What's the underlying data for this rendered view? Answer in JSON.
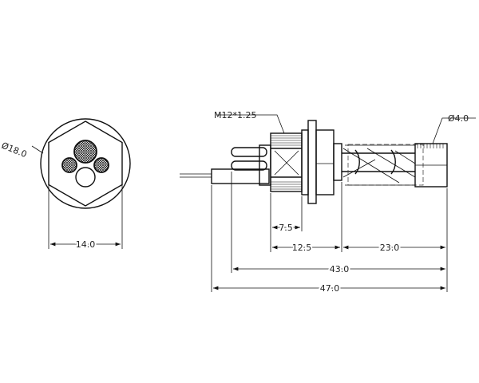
{
  "labels": {
    "outer_diameter": "Ø18.0",
    "hex_width": "14.0",
    "thread": "M12*1.25",
    "cable_diameter": "Ø4.0",
    "thread_length": "7.5",
    "body_length": "12.5",
    "cable_section": "23.0",
    "total_length": "43.0",
    "overall_length": "47.0"
  }
}
